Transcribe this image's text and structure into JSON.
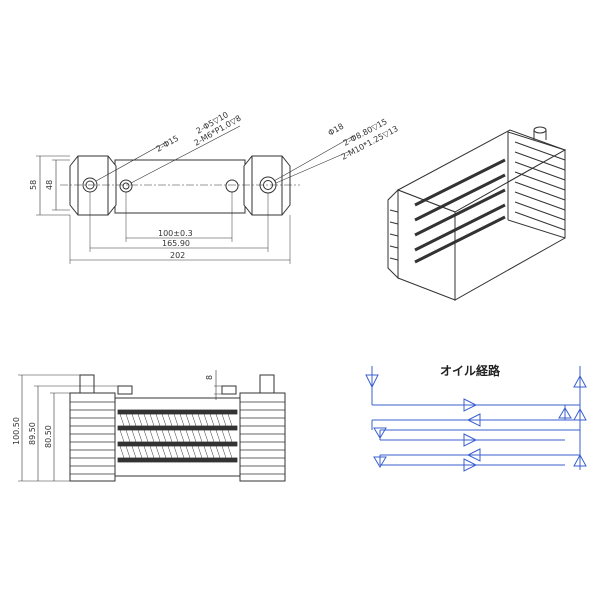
{
  "top_view": {
    "labels": {
      "hole_small": "2-Φ15",
      "hole_tap_a": "2-Φ5▽10",
      "hole_tap_b": "2-M6*P1.0▽8",
      "hole_large": "Φ18",
      "hole_port_a": "2-Φ8.80▽15",
      "hole_port_b": "2-M10*1.25▽13",
      "dim_58": "58",
      "dim_48": "48",
      "dim_100": "100±0.3",
      "dim_165": "165.90",
      "dim_202": "202"
    }
  },
  "front_view": {
    "labels": {
      "dim_8": "8",
      "dim_100_50": "100.50",
      "dim_89_50": "89.50",
      "dim_80_50": "80.50"
    }
  },
  "oil_path": {
    "title": "オイル経路"
  },
  "colors": {
    "line": "#333333",
    "flow": "#3a5fcd"
  }
}
